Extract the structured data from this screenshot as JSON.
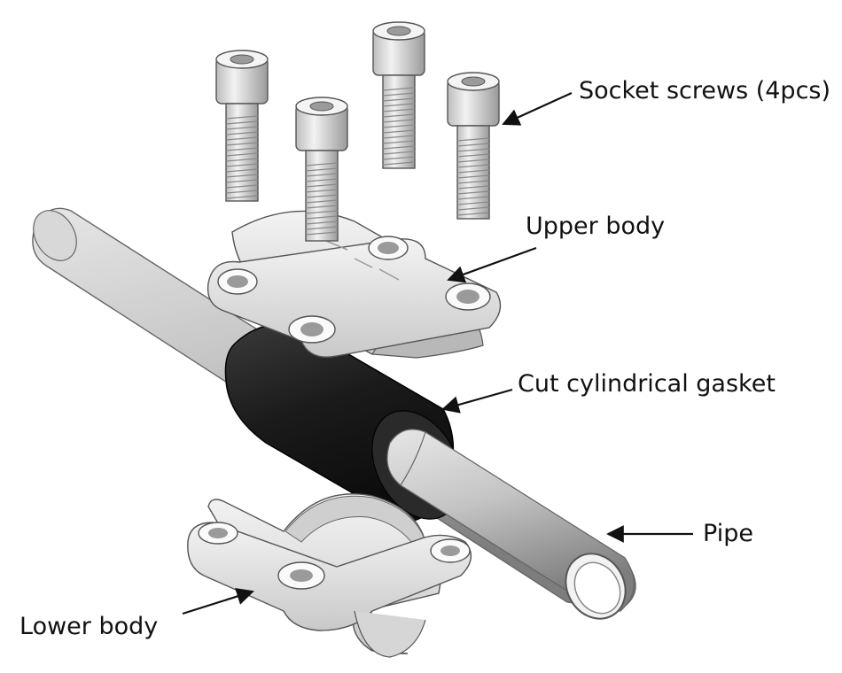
{
  "diagram": {
    "labels": {
      "socket_screws": "Socket screws (4pcs)",
      "upper_body": "Upper body",
      "gasket": "Cut cylindrical gasket",
      "pipe": "Pipe",
      "lower_body": "Lower body"
    },
    "colors": {
      "background": "#ffffff",
      "metal_light": "#ececec",
      "metal_mid": "#c8c8c8",
      "metal_dark": "#8f8f8f",
      "gasket": "#1c1c1c",
      "pipe": "#bdbdbd",
      "text": "#111111"
    },
    "icons": [
      "socket-screw-icon",
      "clamp-upper-body-icon",
      "gasket-icon",
      "pipe-icon",
      "clamp-lower-body-icon"
    ]
  }
}
